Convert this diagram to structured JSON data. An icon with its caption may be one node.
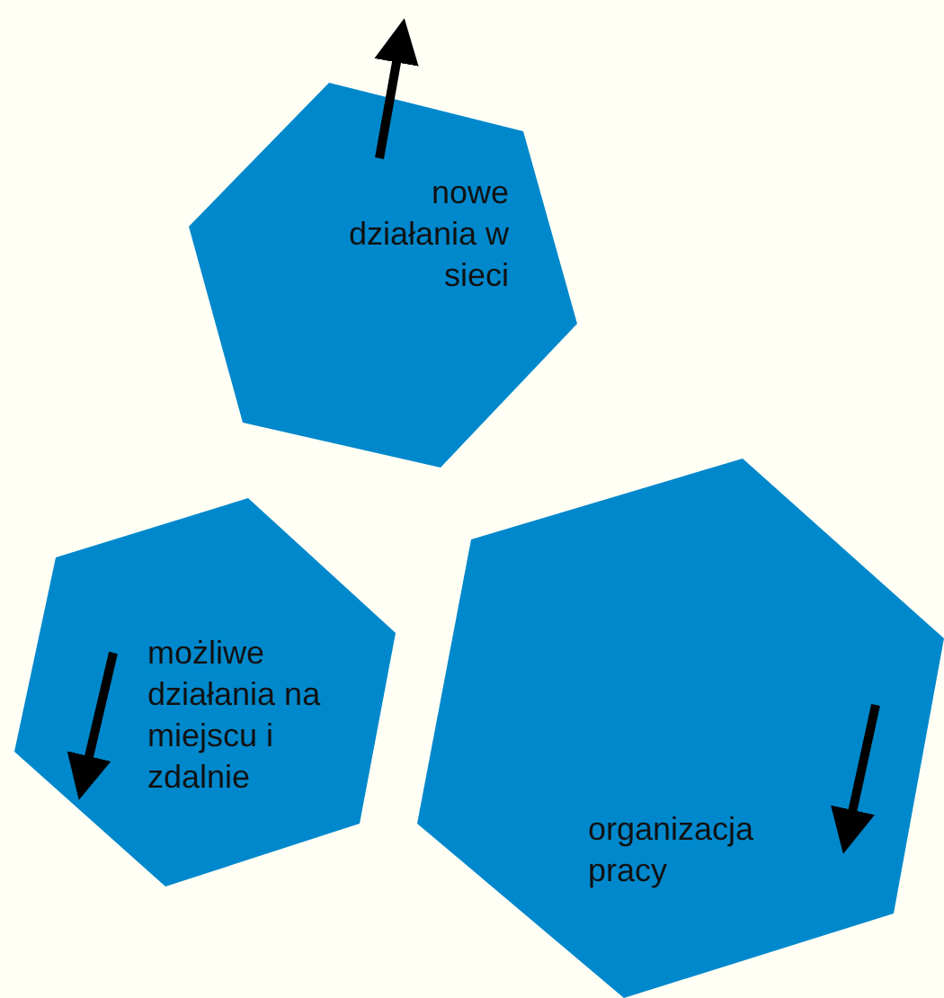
{
  "diagram": {
    "nodes": [
      {
        "text": [
          "nowe działania w sieci"
        ]
      },
      {
        "text": [
          "możliwe działania na miejscu i zdalnie"
        ]
      },
      {
        "text": [
          "organizacja pracy"
        ]
      }
    ]
  }
}
